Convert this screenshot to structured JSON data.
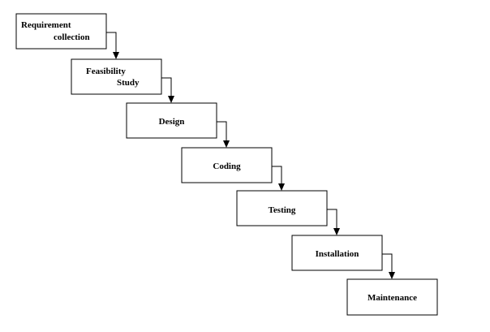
{
  "diagram": {
    "steps": [
      {
        "lines": [
          "Requirement",
          "collection"
        ]
      },
      {
        "lines": [
          "Feasibility",
          "Study"
        ]
      },
      {
        "lines": [
          "Design"
        ]
      },
      {
        "lines": [
          "Coding"
        ]
      },
      {
        "lines": [
          "Testing"
        ]
      },
      {
        "lines": [
          "Installation"
        ]
      },
      {
        "lines": [
          "Maintenance"
        ]
      }
    ]
  }
}
